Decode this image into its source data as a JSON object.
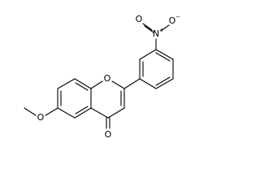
{
  "molecule": {
    "atoms": {
      "ring_oxygen": "O",
      "carbonyl_oxygen": "O",
      "methoxy_oxygen": "O",
      "nitro_nitrogen": "N",
      "nitro_nitrogen_charge": "+",
      "nitro_oxygen_a": "O",
      "nitro_oxygen_b": "O",
      "nitro_oxygen_b_charge": "−"
    }
  }
}
